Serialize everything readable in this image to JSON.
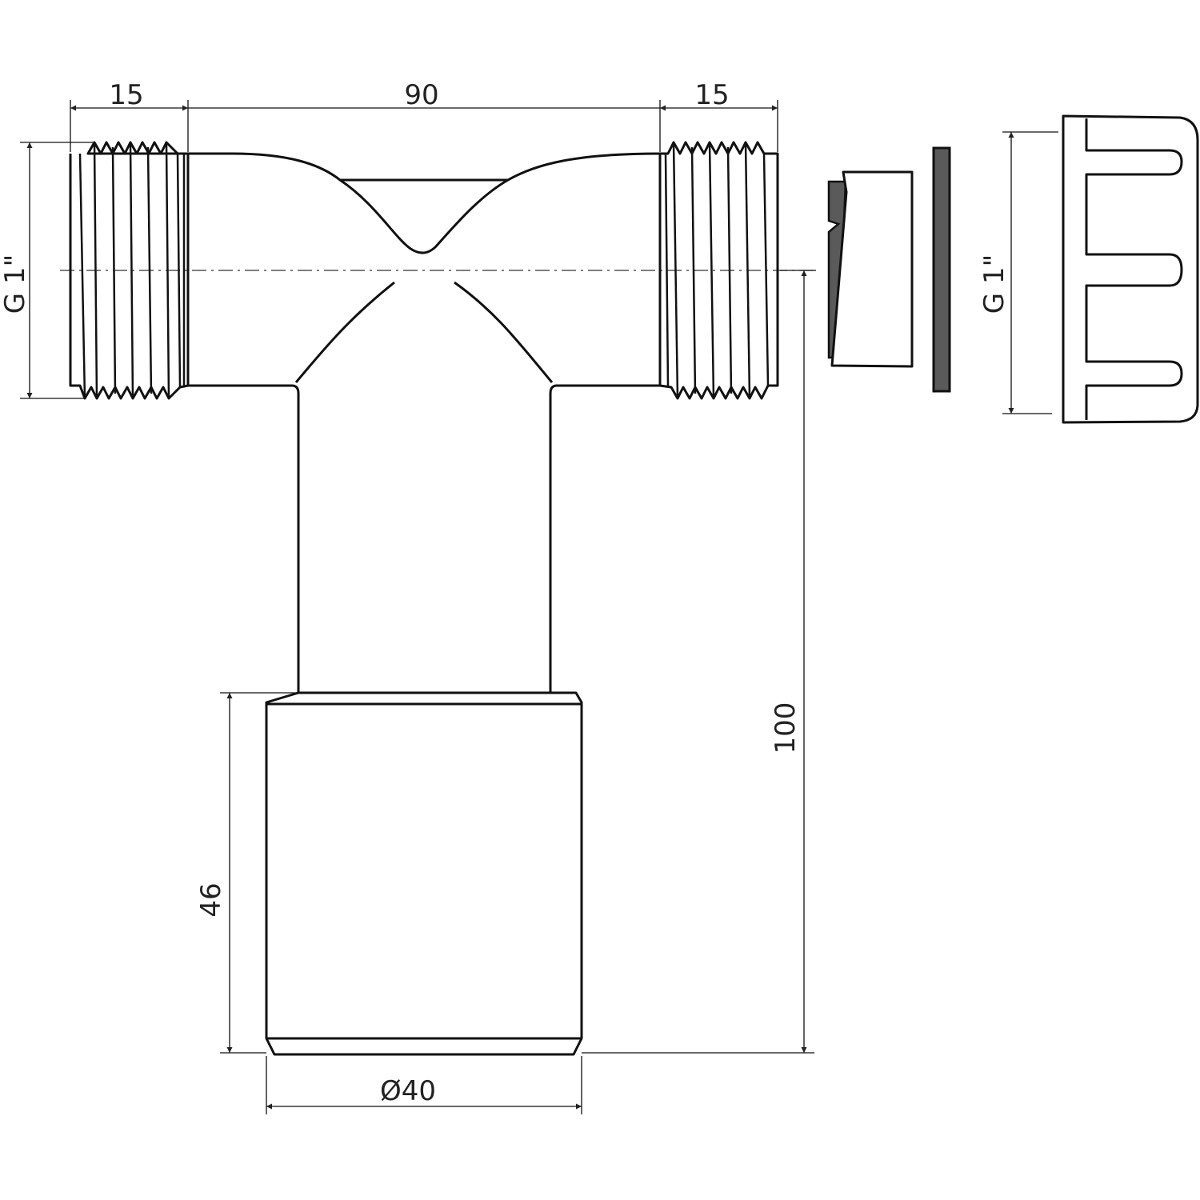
{
  "drawing": {
    "dimensions": {
      "left_thread_length": "15",
      "center_length": "90",
      "right_thread_length": "15",
      "left_thread_size": "G 1\"",
      "nut_thread_size": "G 1\"",
      "total_height": "100",
      "socket_height": "46",
      "socket_diameter": "Ø40"
    },
    "colors": {
      "line": "#111111",
      "gasket": "#5a5a5a"
    }
  }
}
